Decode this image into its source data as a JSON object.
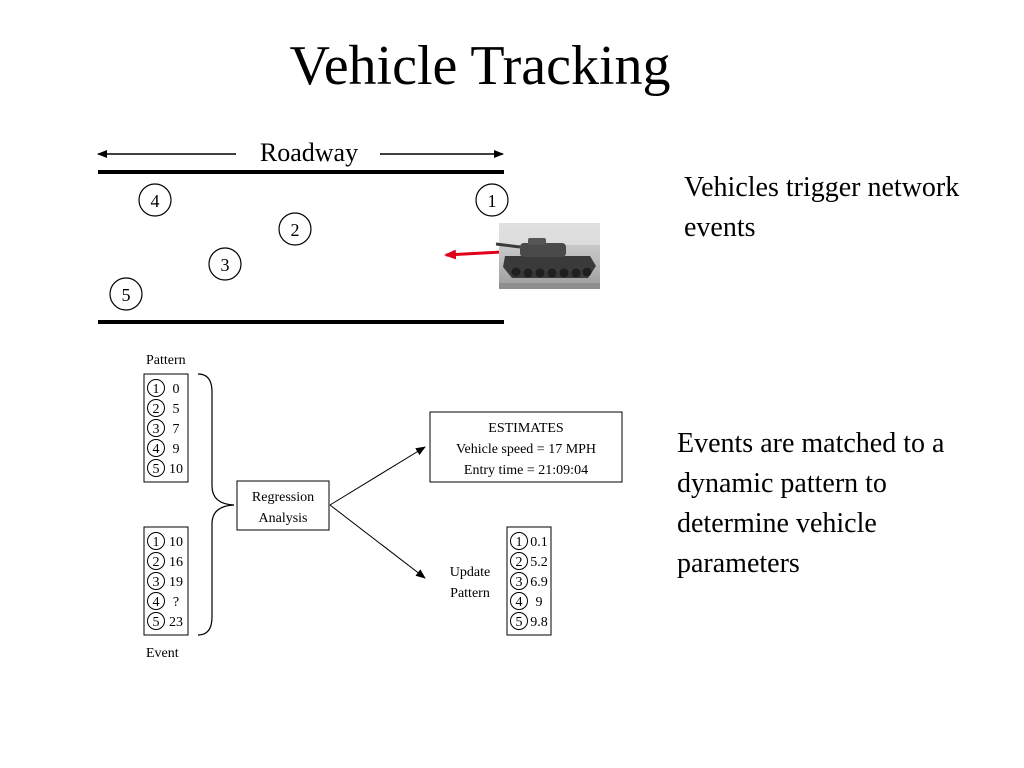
{
  "title": "Vehicle Tracking",
  "roadway": {
    "label": "Roadway",
    "sensors": [
      {
        "id": "4"
      },
      {
        "id": "1"
      },
      {
        "id": "2"
      },
      {
        "id": "3"
      },
      {
        "id": "5"
      }
    ],
    "vehicle_image": "tank-photo-icon"
  },
  "notes": {
    "trigger": "Vehicles trigger network events",
    "matched": "Events are matched to a dynamic pattern to determine vehicle parameters"
  },
  "pattern": {
    "label": "Pattern",
    "rows": [
      {
        "id": "1",
        "value": "0"
      },
      {
        "id": "2",
        "value": "5"
      },
      {
        "id": "3",
        "value": "7"
      },
      {
        "id": "4",
        "value": "9"
      },
      {
        "id": "5",
        "value": "10"
      }
    ]
  },
  "event": {
    "label": "Event",
    "rows": [
      {
        "id": "1",
        "value": "10"
      },
      {
        "id": "2",
        "value": "16"
      },
      {
        "id": "3",
        "value": "19"
      },
      {
        "id": "4",
        "value": "?"
      },
      {
        "id": "5",
        "value": "23"
      }
    ]
  },
  "regression": {
    "line1": "Regression",
    "line2": "Analysis"
  },
  "estimates": {
    "heading": "ESTIMATES",
    "speed": "Vehicle speed = 17 MPH",
    "entry": "Entry time = 21:09:04"
  },
  "update": {
    "line1": "Update",
    "line2": "Pattern",
    "rows": [
      {
        "id": "1",
        "value": "0.1"
      },
      {
        "id": "2",
        "value": "5.2"
      },
      {
        "id": "3",
        "value": "6.9"
      },
      {
        "id": "4",
        "value": "9"
      },
      {
        "id": "5",
        "value": "9.8"
      }
    ]
  },
  "colors": {
    "arrow_accent": "#e0001a",
    "ink": "#000000"
  }
}
